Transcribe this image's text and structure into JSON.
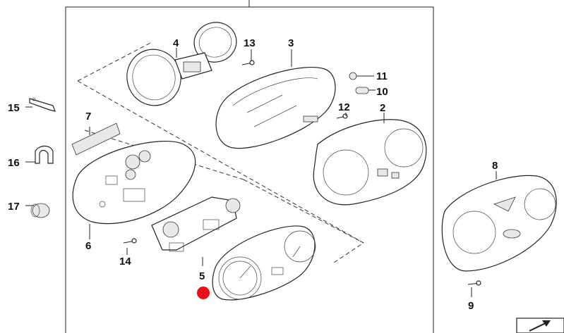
{
  "callouts": {
    "p2": "2",
    "p3": "3",
    "p4": "4",
    "p5": "5",
    "p6": "6",
    "p7": "7",
    "p8": "8",
    "p9": "9",
    "p10": "10",
    "p11": "11",
    "p12": "12",
    "p13": "13",
    "p14": "14",
    "p15": "15",
    "p16": "16",
    "p17": "17"
  },
  "colors": {
    "line": "#222222",
    "marker": "#e8101a",
    "background": "#ffffff"
  },
  "icons": {
    "corner": "arrow-icon"
  }
}
